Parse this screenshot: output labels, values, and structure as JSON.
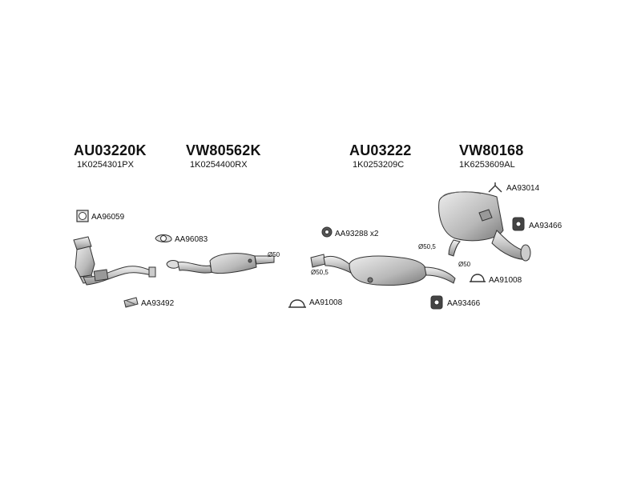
{
  "header_codes": [
    {
      "code": "AU03220K",
      "oem": "1K0254301PX"
    },
    {
      "code": "VW80562K",
      "oem": "1K0254400RX"
    },
    {
      "code": "AU03222",
      "oem": "1K0253209C"
    },
    {
      "code": "VW80168",
      "oem": "1K6253609AL"
    }
  ],
  "part_labels": {
    "gasket_square": "AA96059",
    "gasket_flange": "AA96083",
    "bolt_kit": "AA93492",
    "rubber_mount_x2": "AA93288 x2",
    "clamp_front": "AA91008",
    "clamp_rear": "AA91008",
    "rubber_ring_front": "AA93466",
    "rubber_ring_rear": "AA93466",
    "hanger": "AA93014"
  },
  "diameters": {
    "front_pipe": "Ø50",
    "middle_inlet": "Ø50,5",
    "rear_inlet": "Ø50,5",
    "rear_clamp": "Ø50"
  },
  "colors": {
    "line": "#333333",
    "part_fill": "#d8d8d8",
    "part_dark": "#8a8a8a"
  }
}
